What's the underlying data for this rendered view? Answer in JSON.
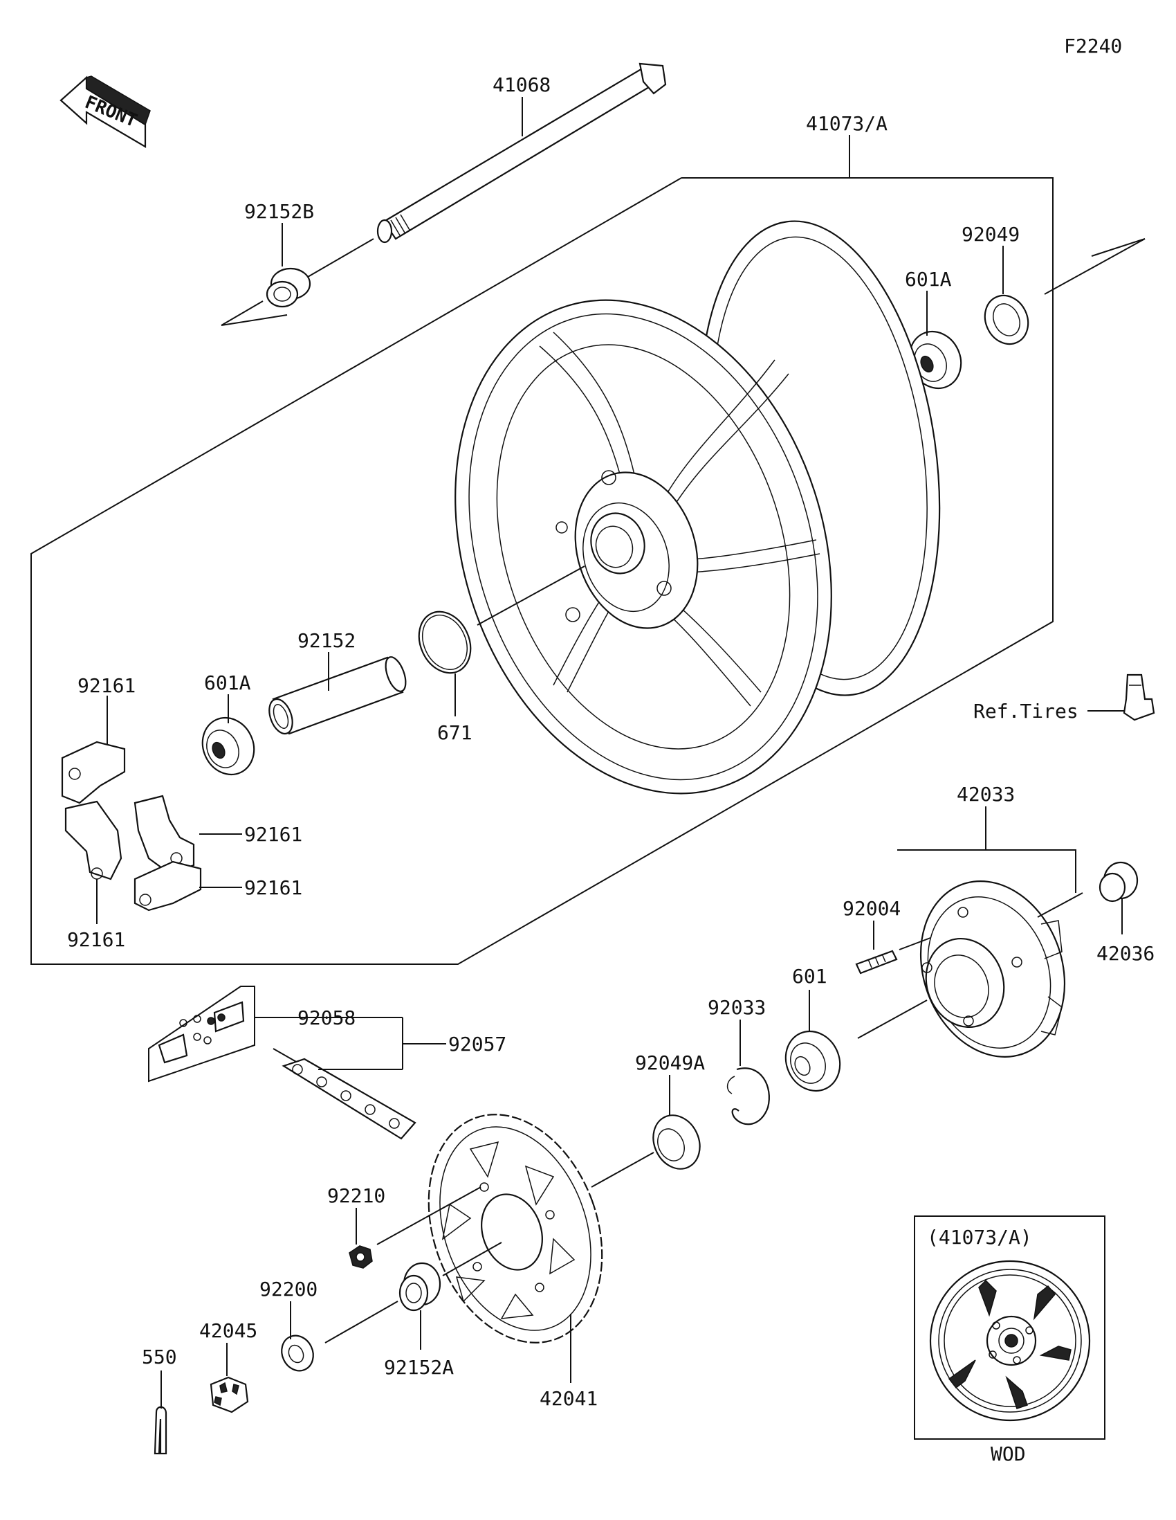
{
  "figure_code": "F2240",
  "front_label": "FRONT",
  "ref_tires": "Ref.Tires",
  "inset": {
    "title": "(41073/A)",
    "caption": "WOD"
  },
  "parts": {
    "p41068": "41068",
    "p41073A": "41073/A",
    "p92152B": "92152B",
    "p92049": "92049",
    "p601A_top": "601A",
    "p92152": "92152",
    "p601A": "601A",
    "p671": "671",
    "p92161_a": "92161",
    "p92161_b": "92161",
    "p92161_c": "92161",
    "p92161_d": "92161",
    "p42033": "42033",
    "p92004": "92004",
    "p42036": "42036",
    "p601": "601",
    "p92033": "92033",
    "p92049A": "92049A",
    "p92058": "92058",
    "p92057": "92057",
    "p92210": "92210",
    "p92200": "92200",
    "p42045": "42045",
    "p550": "550",
    "p92152A": "92152A",
    "p42041": "42041"
  }
}
